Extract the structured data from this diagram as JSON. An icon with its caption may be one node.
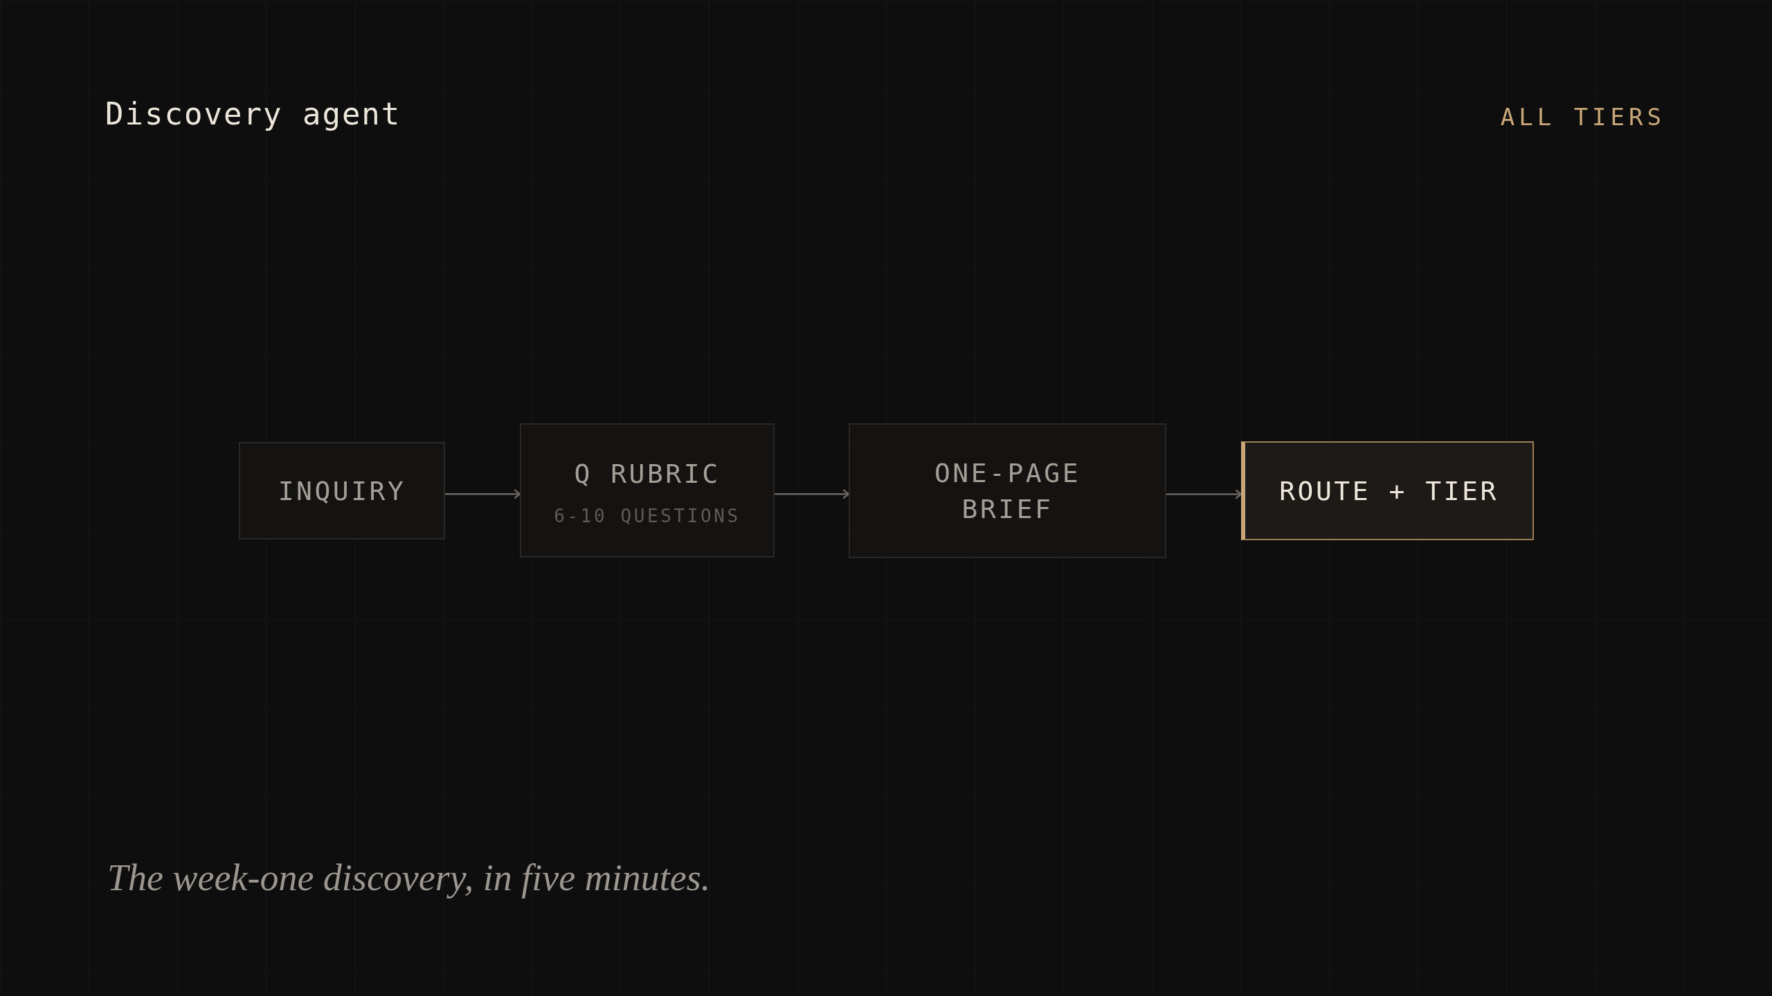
{
  "diagram": {
    "title": "Discovery agent",
    "caption": "The week-one discovery, in five minutes.",
    "nodes": [
      {
        "text": [
          "INQUIRY"
        ]
      },
      {
        "text": [
          "Q RUBRIC",
          "6-10 QUESTIONS"
        ]
      },
      {
        "text": [
          "ONE-PAGE BRIEF"
        ]
      },
      {
        "text": [
          "ROUTE + TIER"
        ]
      }
    ],
    "edges": [
      {
        "from": 0,
        "to": 1,
        "arrow": "to"
      },
      {
        "from": 1,
        "to": 2,
        "arrow": "to"
      },
      {
        "from": 2,
        "to": 3,
        "arrow": "to"
      }
    ],
    "labels": [
      "ALL TIERS"
    ]
  }
}
